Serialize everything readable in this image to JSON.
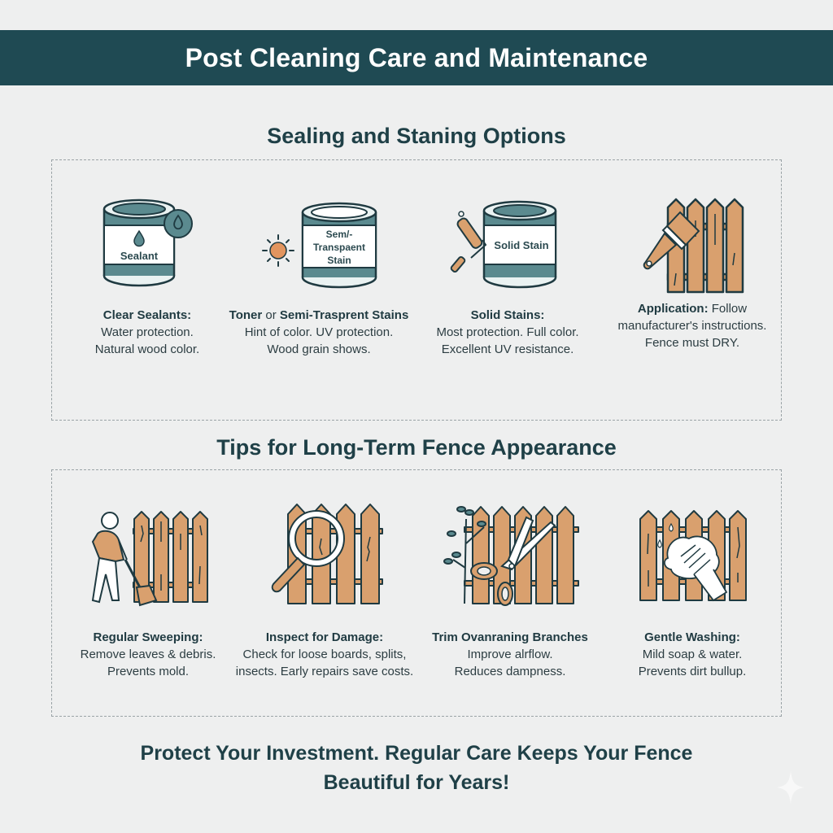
{
  "header": {
    "title": "Post Cleaning Care and Maintenance"
  },
  "sections": {
    "sealing": {
      "title": "Sealing and Staning Options",
      "items": [
        {
          "icon": "sealant-can-icon",
          "can_label": "Sealant",
          "heading": "Clear Sealants:",
          "lines": [
            "Water protection.",
            "Natural wood color."
          ]
        },
        {
          "icon": "semi-transparent-stain-can-icon",
          "can_label_lines": [
            "Sem/-",
            "Transpaent",
            "Stain"
          ],
          "heading_a": "Toner",
          "heading_or": " or ",
          "heading_b": "Semi-Trasprent Stains",
          "lines": [
            "Hint of color. UV protection.",
            "Wood grain shows."
          ]
        },
        {
          "icon": "solid-stain-can-icon",
          "can_label": "Solid Stain",
          "heading": "Solid Stains:",
          "lines": [
            "Most protection. Full color.",
            "Excellent UV resistance."
          ]
        },
        {
          "icon": "fence-paintbrush-icon",
          "heading": "Application:",
          "heading_rest": " Follow",
          "lines": [
            "manufacturer's instructions.",
            "Fence must DRY."
          ]
        }
      ]
    },
    "tips": {
      "title": "Tips for Long-Term Fence Appearance",
      "items": [
        {
          "icon": "person-sweeping-icon",
          "heading": "Regular Sweeping:",
          "lines": [
            "Remove leaves & debris.",
            "Prevents mold."
          ]
        },
        {
          "icon": "magnifier-fence-icon",
          "heading": "Inspect for Damage:",
          "lines": [
            "Check for loose boards, splits,",
            "insects. Early repairs save costs."
          ]
        },
        {
          "icon": "pruning-shears-branch-icon",
          "heading": "Trim Ovanraning Branches",
          "lines": [
            "Improve alrflow.",
            "Reduces dampness."
          ]
        },
        {
          "icon": "hand-washing-fence-icon",
          "heading": "Gentle Washing:",
          "lines": [
            "Mild soap & water.",
            "Prevents dirt bullup."
          ]
        }
      ]
    }
  },
  "footer": {
    "line1": "Protect Your Investment. Regular Care Keeps Your Fence",
    "line2": "Beautiful for Years!"
  },
  "colors": {
    "header_bg": "#1f4a53",
    "teal": "#5b8a8f",
    "wood": "#d9a06e",
    "outline": "#1f3a41",
    "background": "#eeefef",
    "sun": "#e2955f"
  }
}
